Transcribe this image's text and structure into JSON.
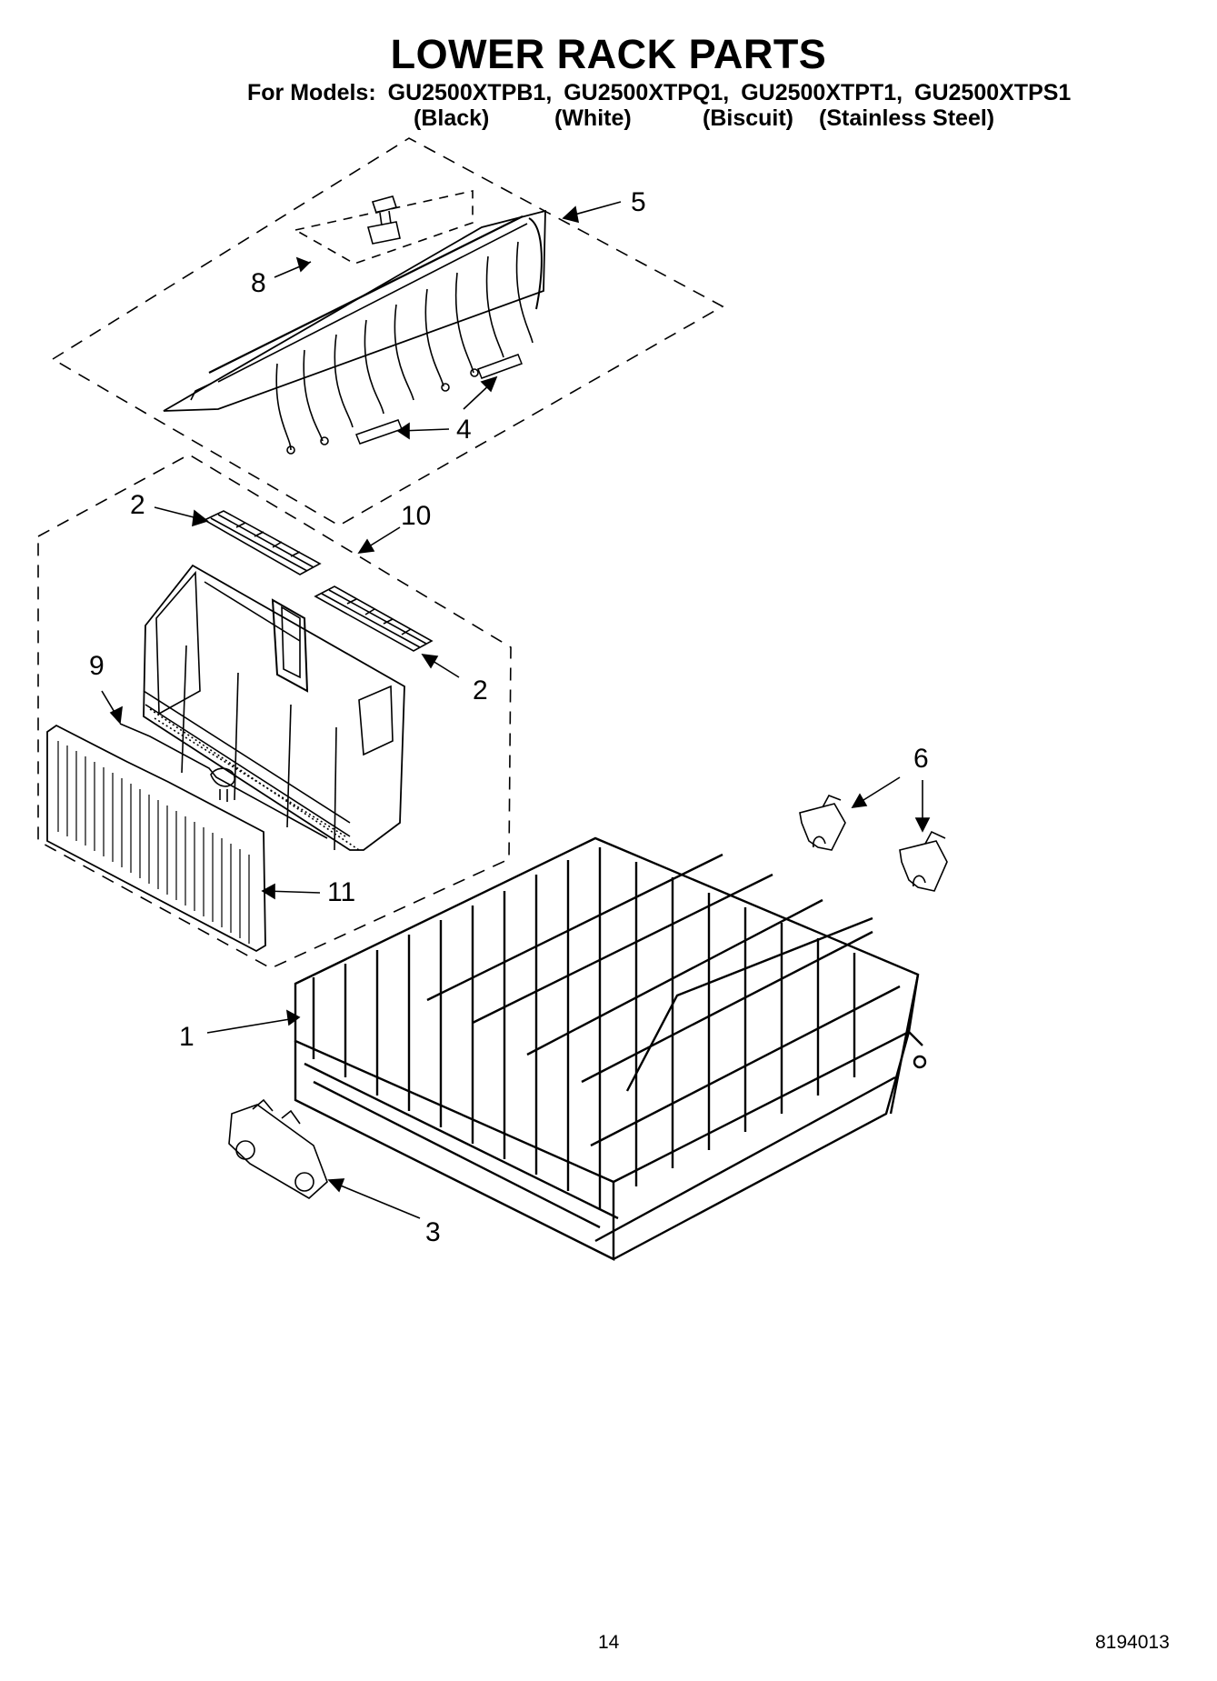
{
  "title": "LOWER RACK PARTS",
  "models": {
    "prefix": "For Models:",
    "list": [
      "GU2500XTPB1,",
      "GU2500XTPQ1,",
      "GU2500XTPT1,",
      "GU2500XTPS1"
    ],
    "colors": [
      "(Black)",
      "(White)",
      "(Biscuit)",
      "(Stainless Steel)"
    ]
  },
  "callouts": [
    "5",
    "8",
    "4",
    "2",
    "10",
    "9",
    "2",
    "6",
    "11",
    "1",
    "3"
  ],
  "footer": {
    "page_number": "14",
    "document_number": "8194013"
  }
}
